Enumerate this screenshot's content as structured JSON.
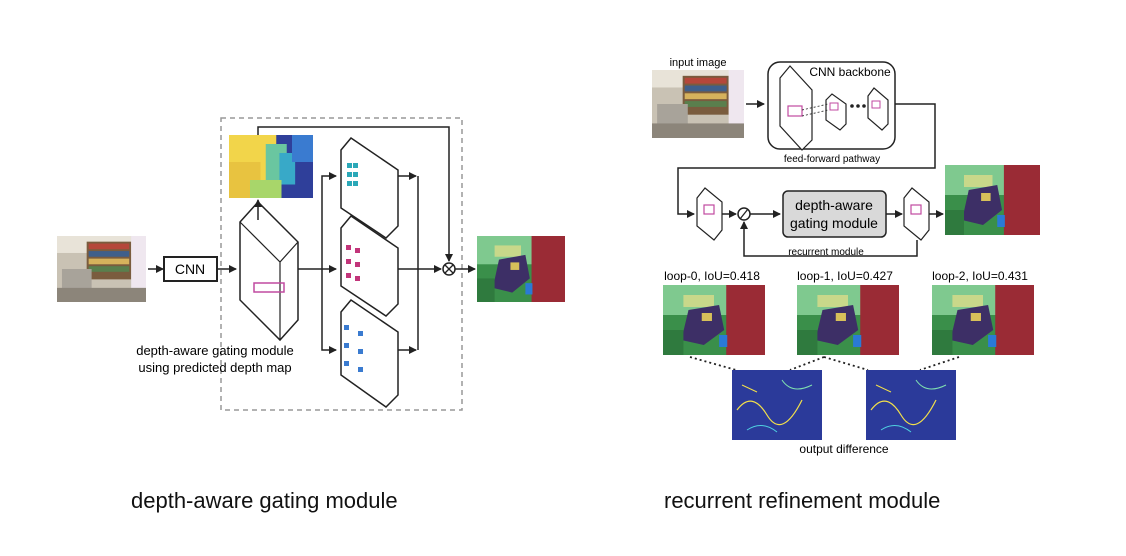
{
  "left": {
    "cnn_label": "CNN",
    "module_text_line1": "depth-aware gating module",
    "module_text_line2": "using predicted depth map",
    "caption": "depth-aware gating module"
  },
  "right": {
    "input_label": "input image",
    "backbone_label": "CNN backbone",
    "feedforward_label": "feed-forward pathway",
    "gating_line1": "depth-aware",
    "gating_line2": "gating module",
    "recurrent_label": "recurrent module",
    "loops": [
      {
        "label": "loop-0, IoU=0.418"
      },
      {
        "label": "loop-1, IoU=0.427"
      },
      {
        "label": "loop-2, IoU=0.431"
      }
    ],
    "output_diff_label": "output difference",
    "caption": "recurrent refinement module"
  }
}
